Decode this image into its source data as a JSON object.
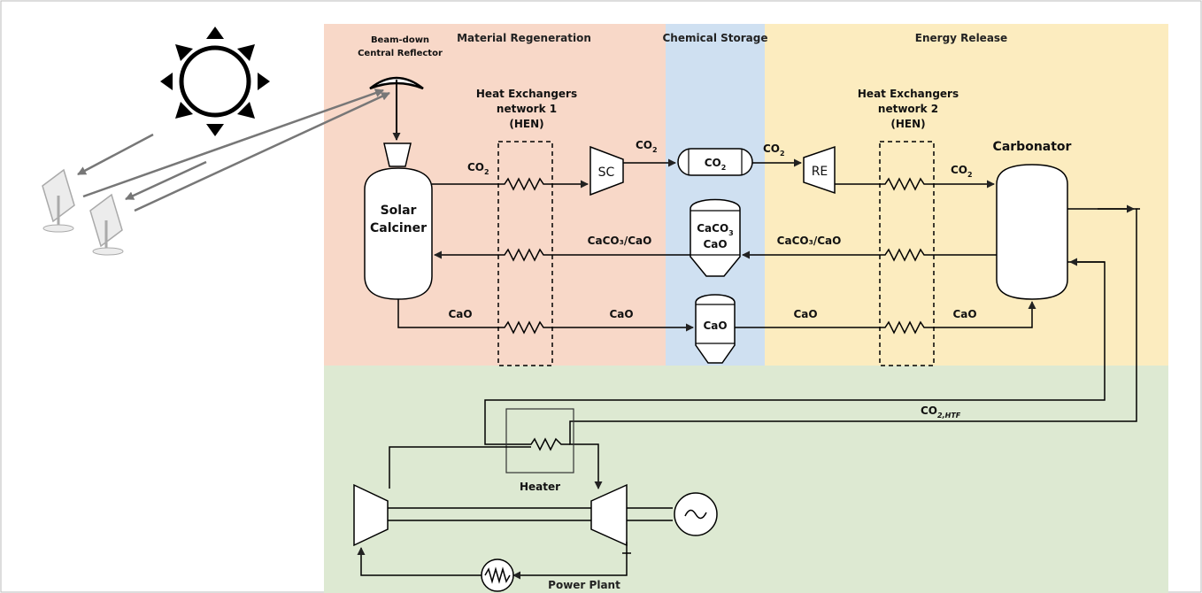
{
  "zones": {
    "regeneration": {
      "title": "Material Regeneration",
      "color": "#f8d8c8"
    },
    "storage": {
      "title": "Chemical Storage",
      "color": "#cfe0f1"
    },
    "release": {
      "title": "Energy Release",
      "color": "#fcecbf"
    },
    "power": {
      "title": "Power Plant",
      "color": "#dde9d2"
    }
  },
  "reflector": {
    "line1": "Beam-down",
    "line2": "Central Reflector"
  },
  "calciner": {
    "line1": "Solar",
    "line2": "Calciner"
  },
  "hen1": {
    "line1": "Heat Exchangers",
    "line2": "network 1",
    "line3": "(HEN)"
  },
  "hen2": {
    "line1": "Heat Exchangers",
    "line2": "network 2",
    "line3": "(HEN)"
  },
  "compressor": {
    "label": "SC"
  },
  "expander": {
    "label": "RE"
  },
  "carbonator": {
    "label": "Carbonator"
  },
  "heater": {
    "label": "Heater"
  },
  "tank_co2": {
    "main": "CO",
    "sub": "2"
  },
  "tank_mix": {
    "main1": "CaCO",
    "sub1": "3",
    "main2": "CaO"
  },
  "tank_cao": {
    "label": "CaO"
  },
  "streams": {
    "co2_main": "CO",
    "co2_sub": "2",
    "mix": "CaCO₃/CaO",
    "cao": "CaO",
    "htf_main": "CO",
    "htf_sub": "2,HTF"
  }
}
